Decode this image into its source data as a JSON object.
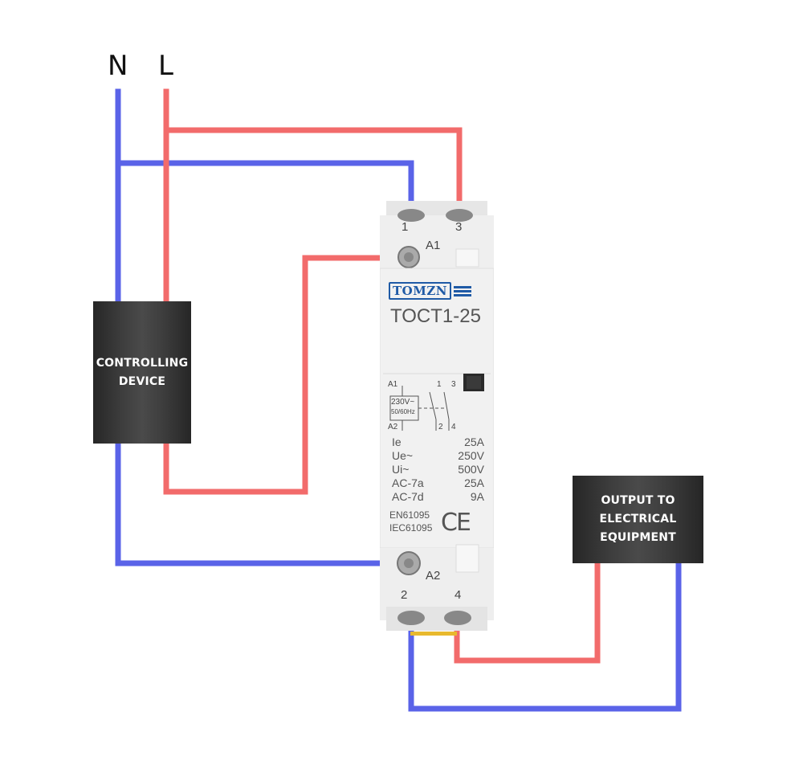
{
  "supply": {
    "neutral_label": "N",
    "line_label": "L",
    "neutral_color": "#5a63e8",
    "line_color": "#f26b6b"
  },
  "controlling_device": {
    "line1": "CONTROLLING",
    "line2": "DEVICE"
  },
  "output_device": {
    "line1": "OUTPUT TO",
    "line2": "ELECTRICAL",
    "line3": "EQUIPMENT"
  },
  "contactor": {
    "brand": "TOMZN",
    "model": "TOCT1-25",
    "terminals_top": [
      "1",
      "3"
    ],
    "terminals_bottom": [
      "2",
      "4"
    ],
    "coil_top": "A1",
    "coil_bottom": "A2",
    "schematic": {
      "coil_a1": "A1",
      "coil_a2": "A2",
      "coil_voltage": "230V~",
      "coil_freq": "50/60Hz",
      "contact_top": [
        "1",
        "3"
      ],
      "contact_bottom": [
        "2",
        "4"
      ]
    },
    "ratings": [
      {
        "label": "Ie",
        "value": "25A"
      },
      {
        "label": "Ue~",
        "value": "250V"
      },
      {
        "label": "Ui~",
        "value": "500V"
      },
      {
        "label": "AC-7a",
        "value": "25A"
      },
      {
        "label": "AC-7d",
        "value": "9A"
      }
    ],
    "standards": [
      "EN61095",
      "IEC61095"
    ],
    "mark": "CE",
    "brand_color": "#1f5aa6"
  }
}
